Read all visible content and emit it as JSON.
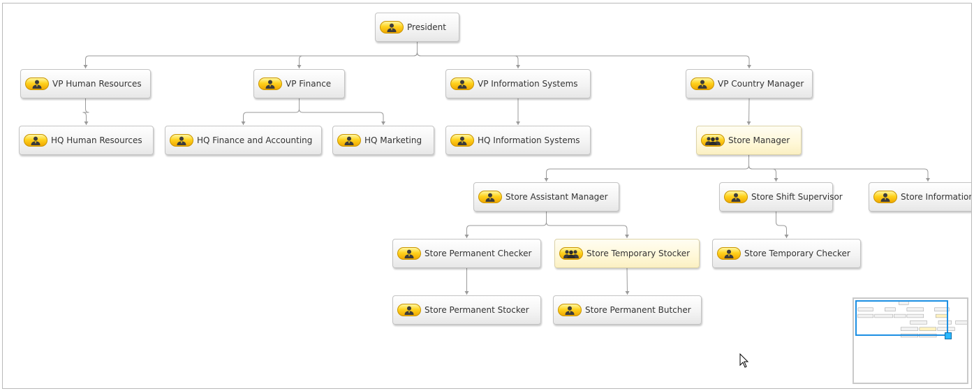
{
  "diagram": {
    "nodes": [
      {
        "id": "president",
        "label": "President",
        "icon": "person-icon",
        "highlight": false
      },
      {
        "id": "vp-hr",
        "label": "VP Human Resources",
        "icon": "person-icon",
        "highlight": false
      },
      {
        "id": "vp-finance",
        "label": "VP Finance",
        "icon": "person-icon",
        "highlight": false
      },
      {
        "id": "vp-is",
        "label": "VP Information Systems",
        "icon": "person-icon",
        "highlight": false
      },
      {
        "id": "vp-country",
        "label": "VP Country Manager",
        "icon": "person-icon",
        "highlight": false
      },
      {
        "id": "hq-hr",
        "label": "HQ Human Resources",
        "icon": "person-icon",
        "highlight": false
      },
      {
        "id": "hq-finance",
        "label": "HQ Finance and Accounting",
        "icon": "person-icon",
        "highlight": false
      },
      {
        "id": "hq-marketing",
        "label": "HQ Marketing",
        "icon": "person-icon",
        "highlight": false
      },
      {
        "id": "hq-is",
        "label": "HQ Information Systems",
        "icon": "person-icon",
        "highlight": false
      },
      {
        "id": "store-manager",
        "label": "Store Manager",
        "icon": "group-icon",
        "highlight": true
      },
      {
        "id": "store-asst-manager",
        "label": "Store Assistant Manager",
        "icon": "person-icon",
        "highlight": false
      },
      {
        "id": "store-shift-supervisor",
        "label": "Store Shift Supervisor",
        "icon": "person-icon",
        "highlight": false
      },
      {
        "id": "store-information",
        "label": "Store Information",
        "icon": "person-icon",
        "highlight": false
      },
      {
        "id": "store-perm-checker",
        "label": "Store Permanent Checker",
        "icon": "person-icon",
        "highlight": false
      },
      {
        "id": "store-temp-stocker",
        "label": "Store Temporary Stocker",
        "icon": "group-icon",
        "highlight": true
      },
      {
        "id": "store-temp-checker",
        "label": "Store Temporary Checker",
        "icon": "person-icon",
        "highlight": false
      },
      {
        "id": "store-perm-stocker",
        "label": "Store Permanent Stocker",
        "icon": "person-icon",
        "highlight": false
      },
      {
        "id": "store-perm-butcher",
        "label": "Store Permanent Butcher",
        "icon": "person-icon",
        "highlight": false
      }
    ],
    "edges": [
      {
        "from": "president",
        "to": "vp-hr"
      },
      {
        "from": "president",
        "to": "vp-finance"
      },
      {
        "from": "president",
        "to": "vp-is"
      },
      {
        "from": "president",
        "to": "vp-country"
      },
      {
        "from": "vp-hr",
        "to": "hq-hr"
      },
      {
        "from": "vp-finance",
        "to": "hq-finance"
      },
      {
        "from": "vp-finance",
        "to": "hq-marketing"
      },
      {
        "from": "vp-is",
        "to": "hq-is"
      },
      {
        "from": "vp-country",
        "to": "store-manager"
      },
      {
        "from": "store-manager",
        "to": "store-asst-manager"
      },
      {
        "from": "store-manager",
        "to": "store-shift-supervisor"
      },
      {
        "from": "store-manager",
        "to": "store-information"
      },
      {
        "from": "store-asst-manager",
        "to": "store-perm-checker"
      },
      {
        "from": "store-asst-manager",
        "to": "store-temp-stocker"
      },
      {
        "from": "store-shift-supervisor",
        "to": "store-temp-checker"
      },
      {
        "from": "store-perm-checker",
        "to": "store-perm-stocker"
      },
      {
        "from": "store-temp-stocker",
        "to": "store-perm-butcher"
      }
    ]
  },
  "colors": {
    "connector": "#9a9a9a",
    "badge": "#ffd21e",
    "highlight_node": "#fff8d8",
    "minimap_viewport": "#1b8fe3"
  },
  "minimap": {
    "icon": "overview-map"
  }
}
